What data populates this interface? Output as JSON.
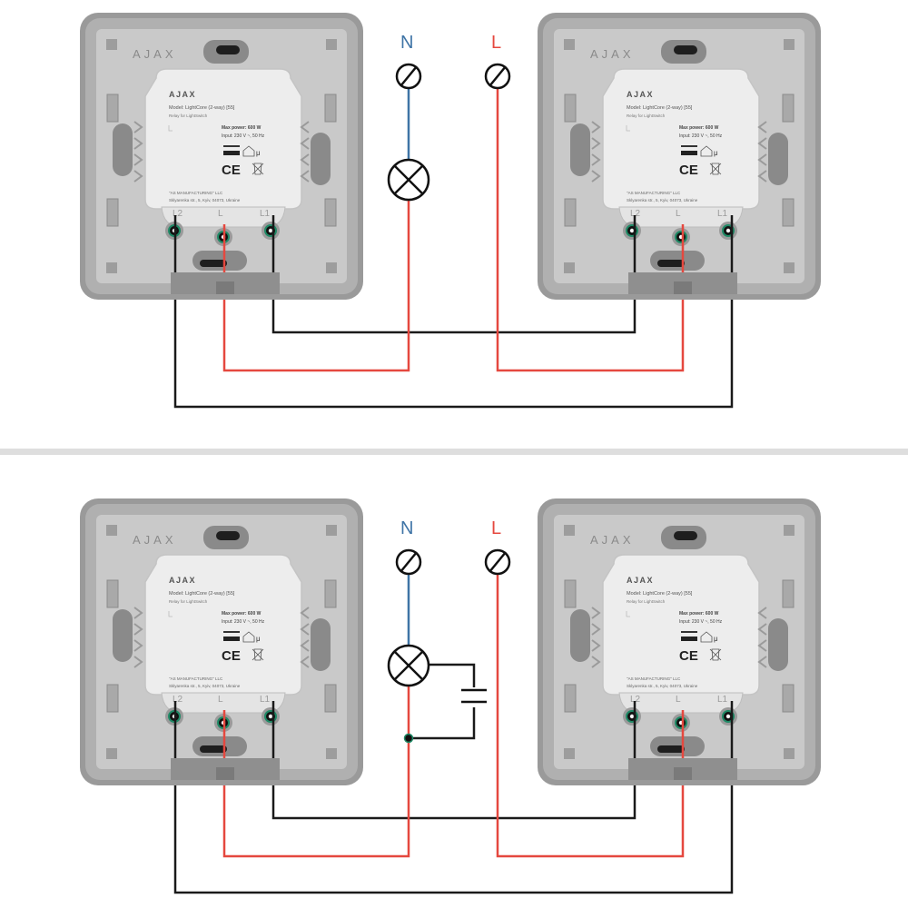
{
  "colors": {
    "neutral": "#3f74a6",
    "live": "#e5483f",
    "wire": "#1a1a1a",
    "terminal": "#1f8a66",
    "frame_outer": "#9a9a9a",
    "frame_inner": "#c9c9c9",
    "plate": "#d5d5d5",
    "divider": "#dedede"
  },
  "supply": {
    "neutral_label": "N",
    "live_label": "L"
  },
  "device": {
    "brand": "AJAX",
    "model": "Model: LightCore (2-way) [55]",
    "subtitle": "Relay for LightSwitch",
    "max_power": "Max power: 600 W",
    "input": "Input: 230 V ~, 50 Hz",
    "manufacturer": "\"AS MANUFACTURING\" LLC",
    "address": "Sklyarenka str., 5, Kyiv, 04073, Ukraine",
    "ce_mark": "CE",
    "mu": "μ",
    "terminals": [
      "L2",
      "L",
      "L1"
    ]
  },
  "diagrams": [
    {
      "id": "top",
      "capacitor": false
    },
    {
      "id": "bottom",
      "capacitor": true
    }
  ],
  "icons": [
    "terminal-symbol-icon",
    "lamp-icon",
    "capacitor-icon",
    "ce-icon",
    "weee-bin-icon",
    "house-icon"
  ]
}
